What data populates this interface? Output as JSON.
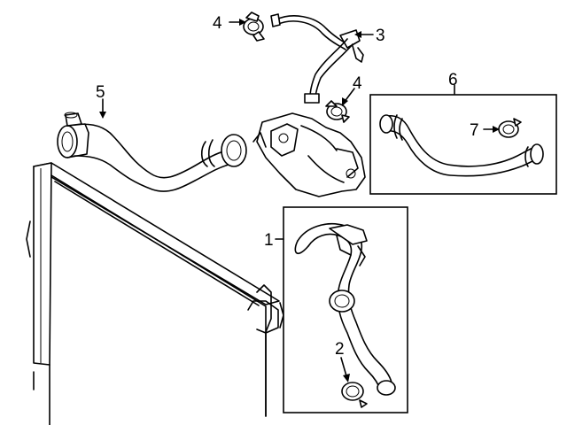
{
  "diagram": {
    "callouts": [
      {
        "id": "c1",
        "label": "1"
      },
      {
        "id": "c2",
        "label": "2"
      },
      {
        "id": "c3",
        "label": "3"
      },
      {
        "id": "c4a",
        "label": "4"
      },
      {
        "id": "c4b",
        "label": "4"
      },
      {
        "id": "c5",
        "label": "5"
      },
      {
        "id": "c6",
        "label": "6"
      },
      {
        "id": "c7",
        "label": "7"
      }
    ],
    "colors": {
      "line": "#000000",
      "background": "#ffffff"
    }
  }
}
